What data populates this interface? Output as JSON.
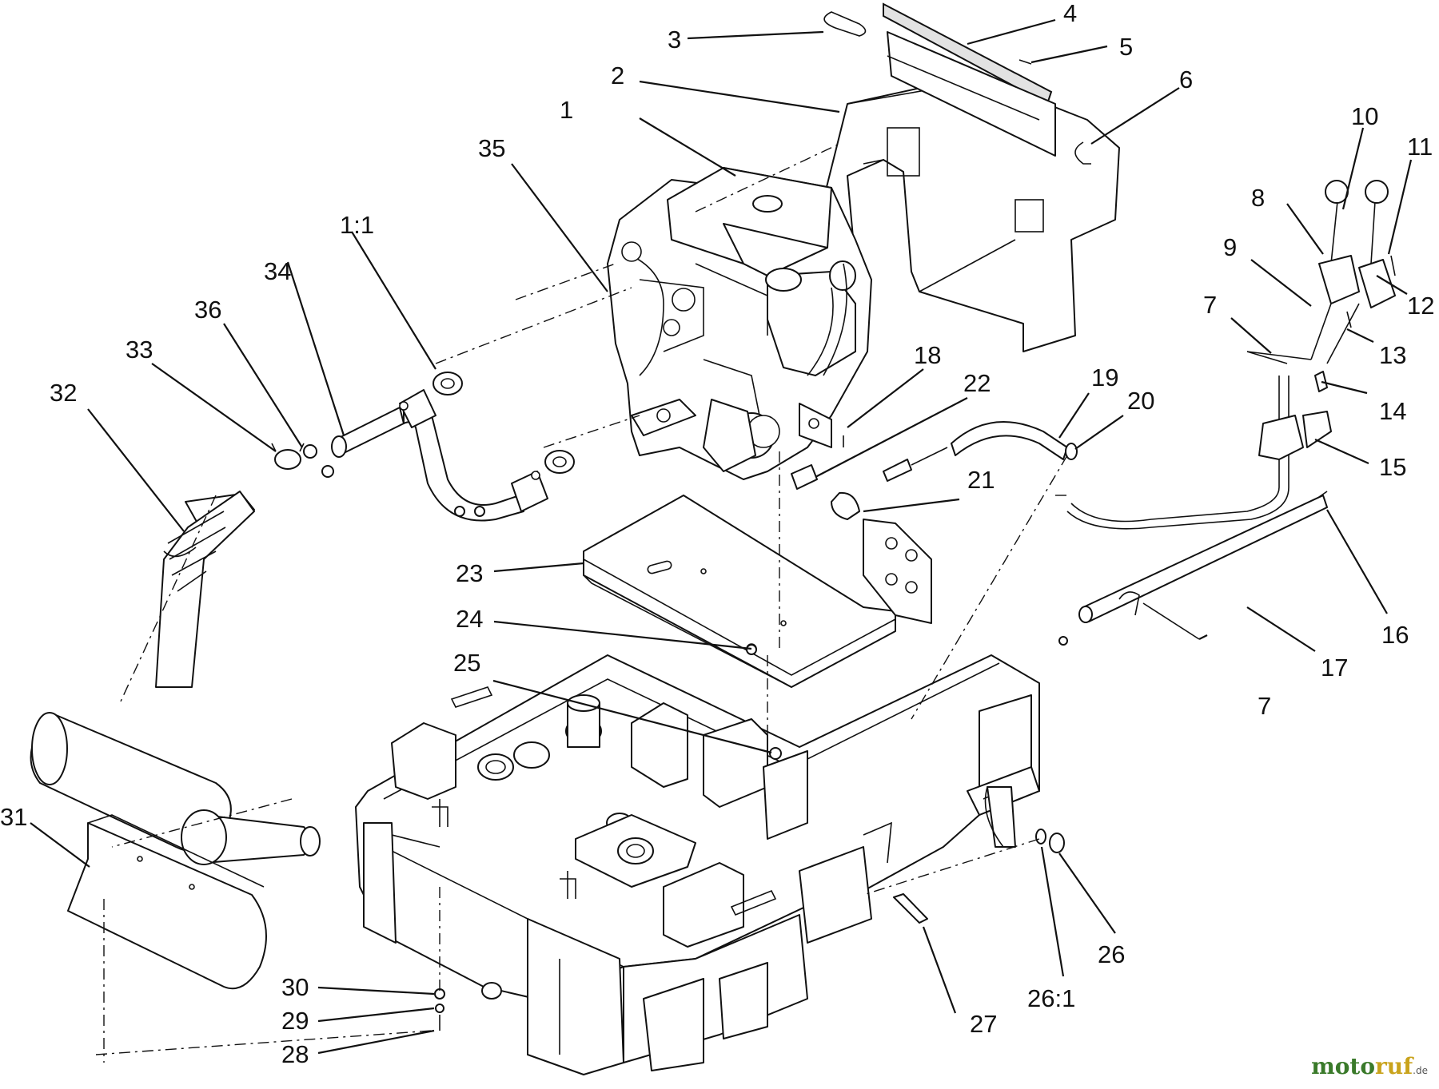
{
  "callouts": [
    "1",
    "1:1",
    "2",
    "3",
    "4",
    "5",
    "6",
    "7",
    "7",
    "8",
    "9",
    "10",
    "11",
    "12",
    "13",
    "14",
    "15",
    "16",
    "17",
    "18",
    "19",
    "20",
    "21",
    "22",
    "23",
    "24",
    "25",
    "26",
    "26:1",
    "27",
    "28",
    "29",
    "30",
    "31",
    "32",
    "33",
    "34",
    "35",
    "36"
  ],
  "watermark": {
    "part1": "moto",
    "part2": "ruf",
    "tld": ".de"
  }
}
